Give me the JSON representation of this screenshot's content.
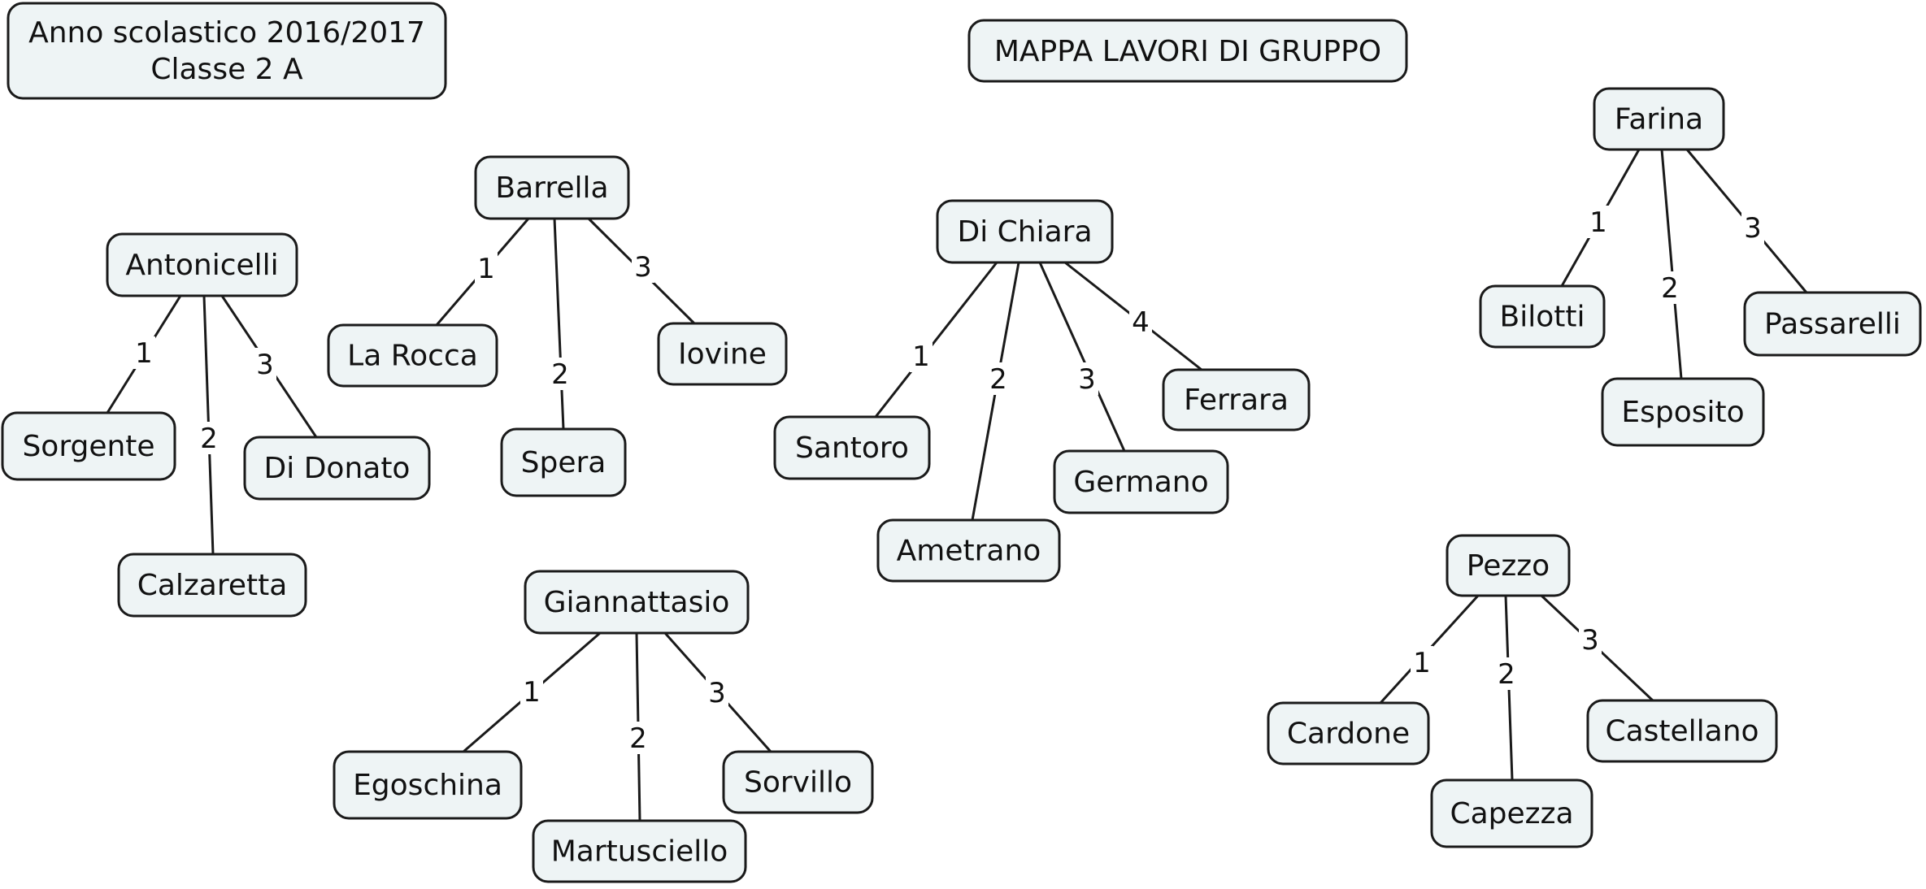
{
  "title": "MAPPA LAVORI DI GRUPPO",
  "info": {
    "line1": "Anno scolastico 2016/2017",
    "line2": "Classe 2 A"
  },
  "colors": {
    "node_fill": "#eef4f5",
    "stroke": "#1a1a1a",
    "text": "#111111"
  },
  "groups": [
    {
      "leader": "Antonicelli",
      "members": [
        {
          "n": "1",
          "name": "Sorgente"
        },
        {
          "n": "2",
          "name": "Calzaretta"
        },
        {
          "n": "3",
          "name": "Di Donato"
        }
      ]
    },
    {
      "leader": "Barrella",
      "members": [
        {
          "n": "1",
          "name": "La Rocca"
        },
        {
          "n": "2",
          "name": "Spera"
        },
        {
          "n": "3",
          "name": "Iovine"
        }
      ]
    },
    {
      "leader": "Di Chiara",
      "members": [
        {
          "n": "1",
          "name": "Santoro"
        },
        {
          "n": "2",
          "name": "Ametrano"
        },
        {
          "n": "3",
          "name": "Germano"
        },
        {
          "n": "4",
          "name": "Ferrara"
        }
      ]
    },
    {
      "leader": "Farina",
      "members": [
        {
          "n": "1",
          "name": "Bilotti"
        },
        {
          "n": "2",
          "name": "Esposito"
        },
        {
          "n": "3",
          "name": "Passarelli"
        }
      ]
    },
    {
      "leader": "Giannattasio",
      "members": [
        {
          "n": "1",
          "name": "Egoschina"
        },
        {
          "n": "2",
          "name": "Martusciello"
        },
        {
          "n": "3",
          "name": "Sorvillo"
        }
      ]
    },
    {
      "leader": "Pezzo",
      "members": [
        {
          "n": "1",
          "name": "Cardone"
        },
        {
          "n": "2",
          "name": "Capezza"
        },
        {
          "n": "3",
          "name": "Castellano"
        }
      ]
    }
  ]
}
